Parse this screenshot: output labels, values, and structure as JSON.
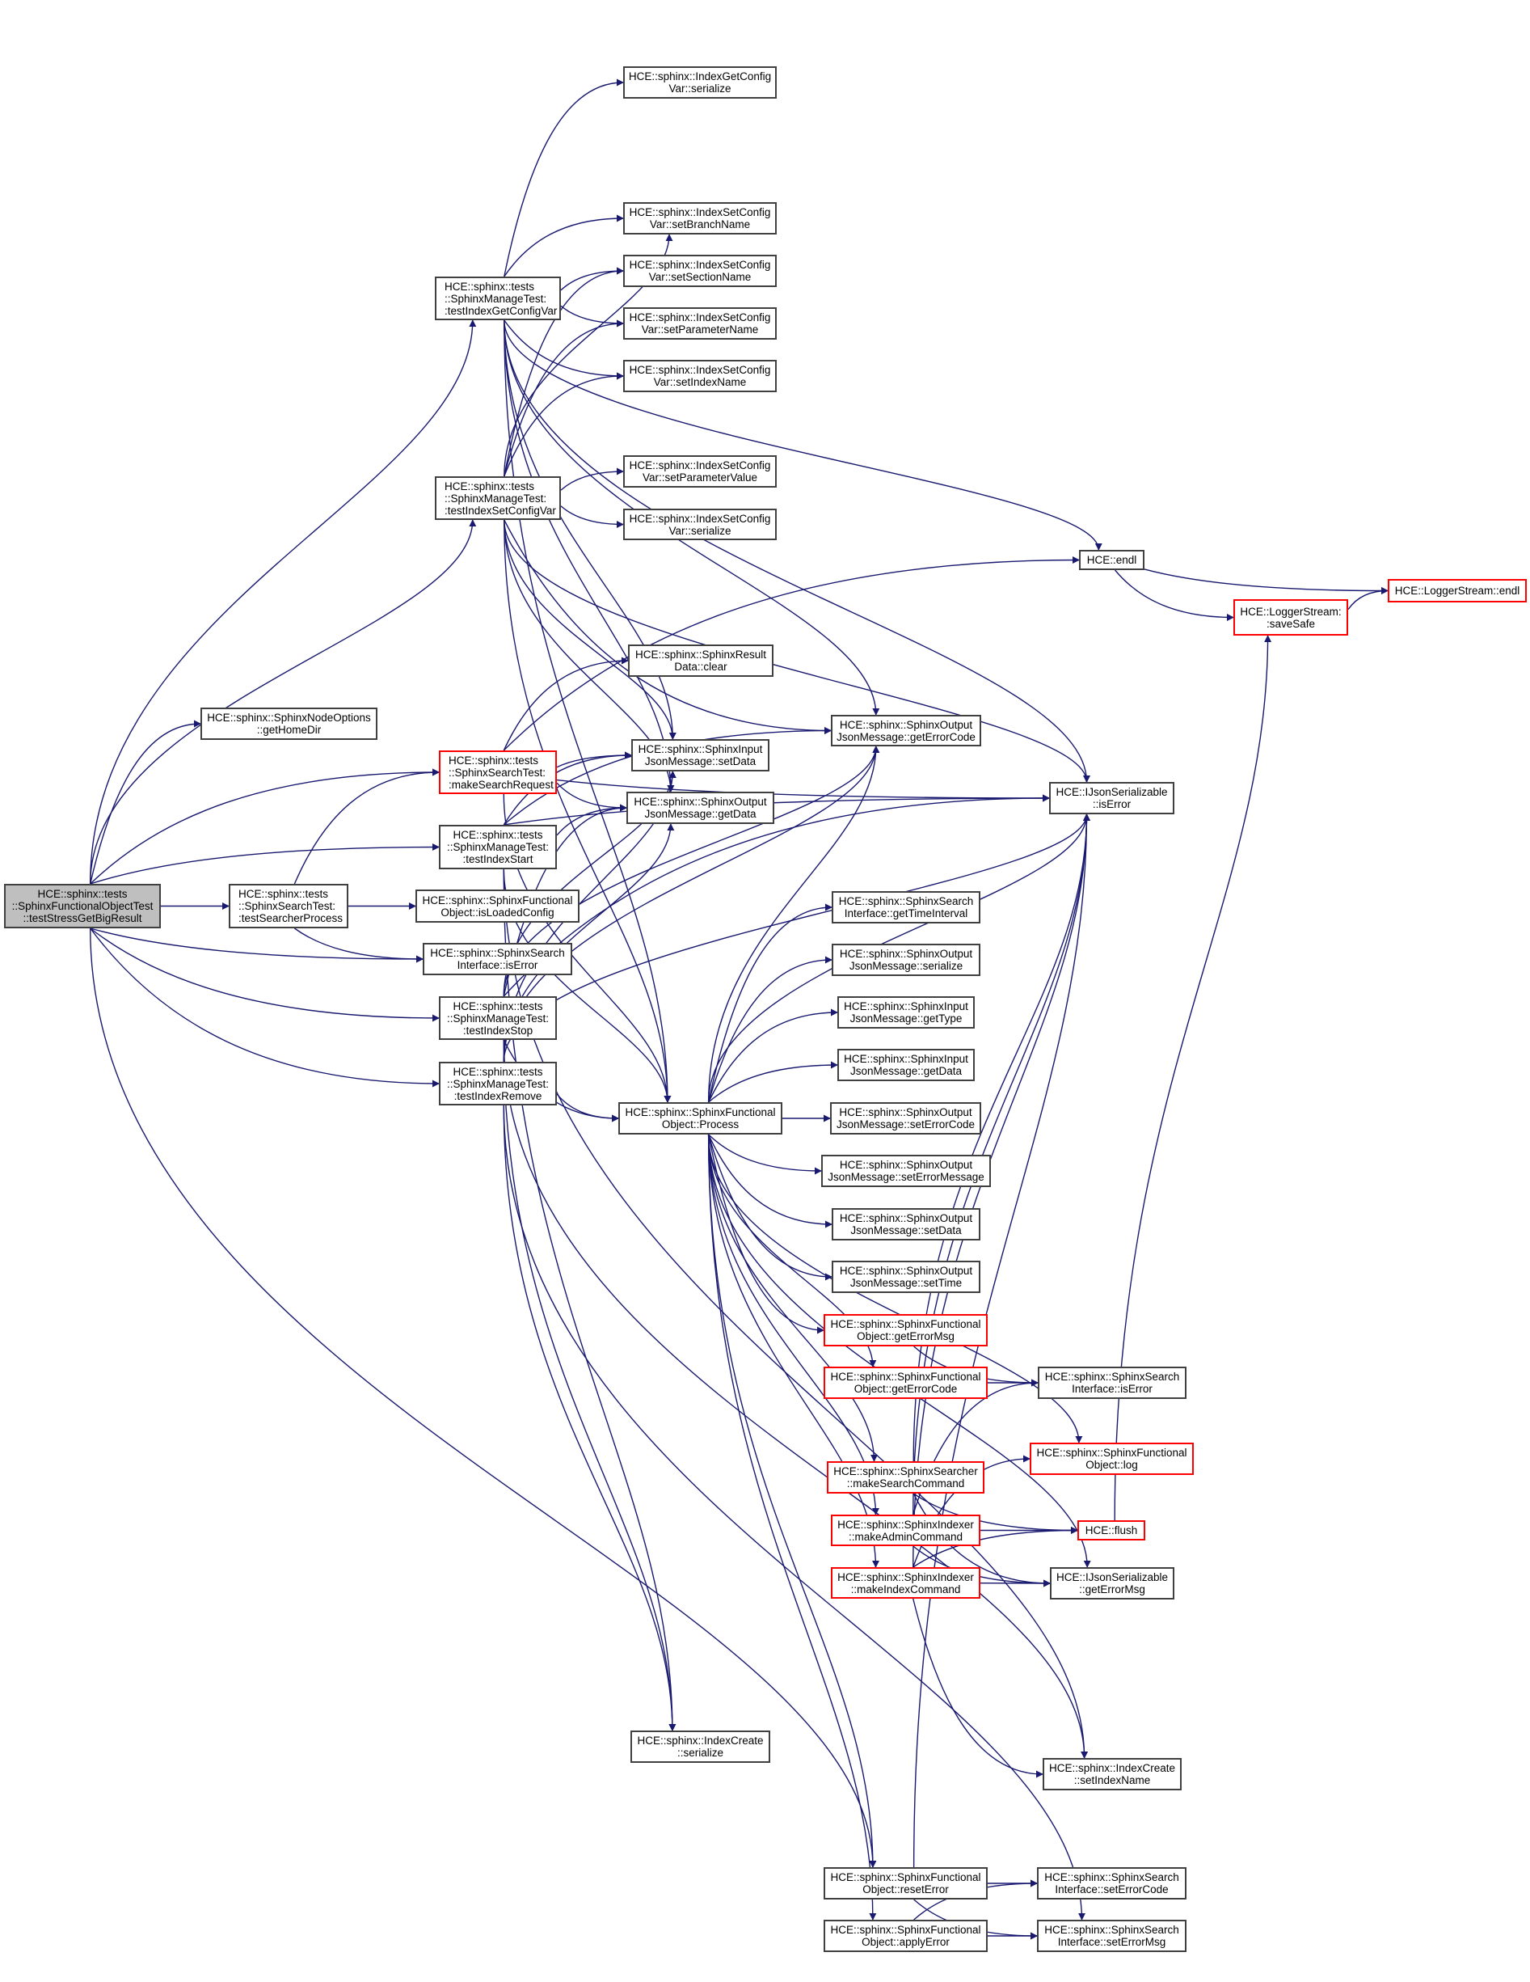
{
  "diagram": {
    "type": "call-graph",
    "edge_color": "#191970",
    "colors": {
      "root_fill": "#bfbfbf",
      "node_border": "#404040",
      "truncated_border": "#ff0000"
    },
    "nodes": [
      {
        "id": "root",
        "lines": [
          "HCE::sphinx::tests",
          "::SphinxFunctionalObjectTest",
          "::testStressGetBigResult"
        ],
        "style": "root"
      },
      {
        "id": "getHomeDir",
        "lines": [
          "HCE::sphinx::SphinxNodeOptions",
          "::getHomeDir"
        ],
        "style": "normal"
      },
      {
        "id": "testSearcherProcess",
        "lines": [
          "HCE::sphinx::tests",
          "::SphinxSearchTest:",
          ":testSearcherProcess"
        ],
        "style": "normal"
      },
      {
        "id": "testIndexGetConfigVar",
        "lines": [
          "HCE::sphinx::tests",
          "::SphinxManageTest:",
          ":testIndexGetConfigVar"
        ],
        "style": "normal"
      },
      {
        "id": "testIndexSetConfigVar",
        "lines": [
          "HCE::sphinx::tests",
          "::SphinxManageTest:",
          ":testIndexSetConfigVar"
        ],
        "style": "normal"
      },
      {
        "id": "makeSearchRequest",
        "lines": [
          "HCE::sphinx::tests",
          "::SphinxSearchTest:",
          ":makeSearchRequest"
        ],
        "style": "red"
      },
      {
        "id": "testIndexStart",
        "lines": [
          "HCE::sphinx::tests",
          "::SphinxManageTest:",
          ":testIndexStart"
        ],
        "style": "normal"
      },
      {
        "id": "isLoadedConfig",
        "lines": [
          "HCE::sphinx::SphinxFunctional",
          "Object::isLoadedConfig"
        ],
        "style": "normal"
      },
      {
        "id": "ssiIsErrorLeft",
        "lines": [
          "HCE::sphinx::SphinxSearch",
          "Interface::isError"
        ],
        "style": "normal"
      },
      {
        "id": "testIndexStop",
        "lines": [
          "HCE::sphinx::tests",
          "::SphinxManageTest:",
          ":testIndexStop"
        ],
        "style": "normal"
      },
      {
        "id": "testIndexRemove",
        "lines": [
          "HCE::sphinx::tests",
          "::SphinxManageTest:",
          ":testIndexRemove"
        ],
        "style": "normal"
      },
      {
        "id": "igcvSerialize",
        "lines": [
          "HCE::sphinx::IndexGetConfig",
          "Var::serialize"
        ],
        "style": "normal"
      },
      {
        "id": "setBranchName",
        "lines": [
          "HCE::sphinx::IndexSetConfig",
          "Var::setBranchName"
        ],
        "style": "normal"
      },
      {
        "id": "setSectionName",
        "lines": [
          "HCE::sphinx::IndexSetConfig",
          "Var::setSectionName"
        ],
        "style": "normal"
      },
      {
        "id": "setParameterName",
        "lines": [
          "HCE::sphinx::IndexSetConfig",
          "Var::setParameterName"
        ],
        "style": "normal"
      },
      {
        "id": "iscvSetIndexName",
        "lines": [
          "HCE::sphinx::IndexSetConfig",
          "Var::setIndexName"
        ],
        "style": "normal"
      },
      {
        "id": "setParameterValue",
        "lines": [
          "HCE::sphinx::IndexSetConfig",
          "Var::setParameterValue"
        ],
        "style": "normal"
      },
      {
        "id": "iscvSerialize",
        "lines": [
          "HCE::sphinx::IndexSetConfig",
          "Var::serialize"
        ],
        "style": "normal"
      },
      {
        "id": "resultClear",
        "lines": [
          "HCE::sphinx::SphinxResult",
          "Data::clear"
        ],
        "style": "normal"
      },
      {
        "id": "inSetData",
        "lines": [
          "HCE::sphinx::SphinxInput",
          "JsonMessage::setData"
        ],
        "style": "normal"
      },
      {
        "id": "outGetData",
        "lines": [
          "HCE::sphinx::SphinxOutput",
          "JsonMessage::getData"
        ],
        "style": "normal"
      },
      {
        "id": "process",
        "lines": [
          "HCE::sphinx::SphinxFunctional",
          "Object::Process"
        ],
        "style": "normal"
      },
      {
        "id": "icSerialize",
        "lines": [
          "HCE::sphinx::IndexCreate",
          "::serialize"
        ],
        "style": "normal"
      },
      {
        "id": "outGetErrorCode",
        "lines": [
          "HCE::sphinx::SphinxOutput",
          "JsonMessage::getErrorCode"
        ],
        "style": "normal"
      },
      {
        "id": "getTimeInterval",
        "lines": [
          "HCE::sphinx::SphinxSearch",
          "Interface::getTimeInterval"
        ],
        "style": "normal"
      },
      {
        "id": "outSerialize",
        "lines": [
          "HCE::sphinx::SphinxOutput",
          "JsonMessage::serialize"
        ],
        "style": "normal"
      },
      {
        "id": "inGetType",
        "lines": [
          "HCE::sphinx::SphinxInput",
          "JsonMessage::getType"
        ],
        "style": "normal"
      },
      {
        "id": "inGetData",
        "lines": [
          "HCE::sphinx::SphinxInput",
          "JsonMessage::getData"
        ],
        "style": "normal"
      },
      {
        "id": "outSetErrorCode",
        "lines": [
          "HCE::sphinx::SphinxOutput",
          "JsonMessage::setErrorCode"
        ],
        "style": "normal"
      },
      {
        "id": "outSetErrorMessage",
        "lines": [
          "HCE::sphinx::SphinxOutput",
          "JsonMessage::setErrorMessage"
        ],
        "style": "normal"
      },
      {
        "id": "outSetData",
        "lines": [
          "HCE::sphinx::SphinxOutput",
          "JsonMessage::setData"
        ],
        "style": "normal"
      },
      {
        "id": "outSetTime",
        "lines": [
          "HCE::sphinx::SphinxOutput",
          "JsonMessage::setTime"
        ],
        "style": "normal"
      },
      {
        "id": "foGetErrorMsg",
        "lines": [
          "HCE::sphinx::SphinxFunctional",
          "Object::getErrorMsg"
        ],
        "style": "red"
      },
      {
        "id": "foGetErrorCode",
        "lines": [
          "HCE::sphinx::SphinxFunctional",
          "Object::getErrorCode"
        ],
        "style": "red"
      },
      {
        "id": "makeSearchCommand",
        "lines": [
          "HCE::sphinx::SphinxSearcher",
          "::makeSearchCommand"
        ],
        "style": "red"
      },
      {
        "id": "makeAdminCommand",
        "lines": [
          "HCE::sphinx::SphinxIndexer",
          "::makeAdminCommand"
        ],
        "style": "red"
      },
      {
        "id": "makeIndexCommand",
        "lines": [
          "HCE::sphinx::SphinxIndexer",
          "::makeIndexCommand"
        ],
        "style": "red"
      },
      {
        "id": "resetError",
        "lines": [
          "HCE::sphinx::SphinxFunctional",
          "Object::resetError"
        ],
        "style": "normal"
      },
      {
        "id": "applyError",
        "lines": [
          "HCE::sphinx::SphinxFunctional",
          "Object::applyError"
        ],
        "style": "normal"
      },
      {
        "id": "endl",
        "lines": [
          "HCE::endl"
        ],
        "style": "normal"
      },
      {
        "id": "ijsIsError",
        "lines": [
          "HCE::IJsonSerializable",
          "::isError"
        ],
        "style": "normal"
      },
      {
        "id": "ssiIsErrorRight",
        "lines": [
          "HCE::sphinx::SphinxSearch",
          "Interface::isError"
        ],
        "style": "normal"
      },
      {
        "id": "foLog",
        "lines": [
          "HCE::sphinx::SphinxFunctional",
          "Object::log"
        ],
        "style": "red"
      },
      {
        "id": "flush",
        "lines": [
          "HCE::flush"
        ],
        "style": "red"
      },
      {
        "id": "ijsGetErrorMsg",
        "lines": [
          "HCE::IJsonSerializable",
          "::getErrorMsg"
        ],
        "style": "normal"
      },
      {
        "id": "icSetIndexName",
        "lines": [
          "HCE::sphinx::IndexCreate",
          "::setIndexName"
        ],
        "style": "normal"
      },
      {
        "id": "ssiSetErrorCode",
        "lines": [
          "HCE::sphinx::SphinxSearch",
          "Interface::setErrorCode"
        ],
        "style": "normal"
      },
      {
        "id": "ssiSetErrorMsg",
        "lines": [
          "HCE::sphinx::SphinxSearch",
          "Interface::setErrorMsg"
        ],
        "style": "normal"
      },
      {
        "id": "saveSafe",
        "lines": [
          "HCE::LoggerStream:",
          ":saveSafe"
        ],
        "style": "red"
      },
      {
        "id": "lsEndl",
        "lines": [
          "HCE::LoggerStream::endl"
        ],
        "style": "red"
      }
    ],
    "edges": [
      [
        "root",
        "getHomeDir"
      ],
      [
        "root",
        "testIndexGetConfigVar"
      ],
      [
        "root",
        "testIndexSetConfigVar"
      ],
      [
        "root",
        "makeSearchRequest"
      ],
      [
        "root",
        "testIndexStart"
      ],
      [
        "root",
        "testSearcherProcess"
      ],
      [
        "root",
        "ssiIsErrorLeft"
      ],
      [
        "root",
        "testIndexStop"
      ],
      [
        "root",
        "testIndexRemove"
      ],
      [
        "root",
        "resetError"
      ],
      [
        "testSearcherProcess",
        "makeSearchRequest"
      ],
      [
        "testSearcherProcess",
        "isLoadedConfig"
      ],
      [
        "testSearcherProcess",
        "ssiIsErrorLeft"
      ],
      [
        "testIndexGetConfigVar",
        "igcvSerialize"
      ],
      [
        "testIndexGetConfigVar",
        "endl"
      ],
      [
        "testIndexGetConfigVar",
        "ijsIsError"
      ],
      [
        "testIndexGetConfigVar",
        "outGetErrorCode"
      ],
      [
        "testIndexGetConfigVar",
        "setBranchName"
      ],
      [
        "testIndexGetConfigVar",
        "setSectionName"
      ],
      [
        "testIndexGetConfigVar",
        "setParameterName"
      ],
      [
        "testIndexGetConfigVar",
        "iscvSetIndexName"
      ],
      [
        "testIndexGetConfigVar",
        "inSetData"
      ],
      [
        "testIndexGetConfigVar",
        "outGetData"
      ],
      [
        "testIndexGetConfigVar",
        "process"
      ],
      [
        "testIndexSetConfigVar",
        "setBranchName"
      ],
      [
        "testIndexSetConfigVar",
        "setSectionName"
      ],
      [
        "testIndexSetConfigVar",
        "setParameterName"
      ],
      [
        "testIndexSetConfigVar",
        "iscvSetIndexName"
      ],
      [
        "testIndexSetConfigVar",
        "setParameterValue"
      ],
      [
        "testIndexSetConfigVar",
        "iscvSerialize"
      ],
      [
        "testIndexSetConfigVar",
        "ijsIsError"
      ],
      [
        "testIndexSetConfigVar",
        "outGetErrorCode"
      ],
      [
        "testIndexSetConfigVar",
        "inSetData"
      ],
      [
        "testIndexSetConfigVar",
        "outGetData"
      ],
      [
        "testIndexSetConfigVar",
        "process"
      ],
      [
        "makeSearchRequest",
        "endl"
      ],
      [
        "makeSearchRequest",
        "resultClear"
      ],
      [
        "makeSearchRequest",
        "inSetData"
      ],
      [
        "makeSearchRequest",
        "outGetData"
      ],
      [
        "makeSearchRequest",
        "ijsIsError"
      ],
      [
        "makeSearchRequest",
        "process"
      ],
      [
        "testIndexStart",
        "inSetData"
      ],
      [
        "testIndexStart",
        "outGetData"
      ],
      [
        "testIndexStart",
        "outGetErrorCode"
      ],
      [
        "testIndexStart",
        "ijsIsError"
      ],
      [
        "testIndexStart",
        "process"
      ],
      [
        "testIndexStart",
        "icSerialize"
      ],
      [
        "testIndexStart",
        "icSetIndexName"
      ],
      [
        "testIndexStop",
        "inSetData"
      ],
      [
        "testIndexStop",
        "outGetData"
      ],
      [
        "testIndexStop",
        "outGetErrorCode"
      ],
      [
        "testIndexStop",
        "ijsIsError"
      ],
      [
        "testIndexStop",
        "process"
      ],
      [
        "testIndexStop",
        "icSerialize"
      ],
      [
        "testIndexStop",
        "icSetIndexName"
      ],
      [
        "testIndexRemove",
        "inSetData"
      ],
      [
        "testIndexRemove",
        "outGetData"
      ],
      [
        "testIndexRemove",
        "outGetErrorCode"
      ],
      [
        "testIndexRemove",
        "ijsIsError"
      ],
      [
        "testIndexRemove",
        "process"
      ],
      [
        "testIndexRemove",
        "icSerialize"
      ],
      [
        "testIndexRemove",
        "ssiSetErrorMsg"
      ],
      [
        "process",
        "outGetErrorCode"
      ],
      [
        "process",
        "getTimeInterval"
      ],
      [
        "process",
        "outSerialize"
      ],
      [
        "process",
        "inGetType"
      ],
      [
        "process",
        "inGetData"
      ],
      [
        "process",
        "outSetErrorCode"
      ],
      [
        "process",
        "outSetErrorMessage"
      ],
      [
        "process",
        "outSetData"
      ],
      [
        "process",
        "outSetTime"
      ],
      [
        "process",
        "foGetErrorMsg"
      ],
      [
        "process",
        "foGetErrorCode"
      ],
      [
        "process",
        "foLog"
      ],
      [
        "process",
        "makeSearchCommand"
      ],
      [
        "process",
        "makeAdminCommand"
      ],
      [
        "process",
        "makeIndexCommand"
      ],
      [
        "process",
        "ijsGetErrorMsg"
      ],
      [
        "process",
        "ijsIsError"
      ],
      [
        "process",
        "resetError"
      ],
      [
        "process",
        "applyError"
      ],
      [
        "foGetErrorMsg",
        "ssiIsErrorRight"
      ],
      [
        "foGetErrorCode",
        "ssiIsErrorRight"
      ],
      [
        "makeSearchCommand",
        "ijsIsError"
      ],
      [
        "makeSearchCommand",
        "flush"
      ],
      [
        "makeSearchCommand",
        "ijsGetErrorMsg"
      ],
      [
        "makeAdminCommand",
        "ssiIsErrorRight"
      ],
      [
        "makeAdminCommand",
        "flush"
      ],
      [
        "makeAdminCommand",
        "ijsGetErrorMsg"
      ],
      [
        "makeAdminCommand",
        "ijsIsError"
      ],
      [
        "makeIndexCommand",
        "foLog"
      ],
      [
        "makeIndexCommand",
        "flush"
      ],
      [
        "makeIndexCommand",
        "ijsGetErrorMsg"
      ],
      [
        "makeIndexCommand",
        "ijsIsError"
      ],
      [
        "makeIndexCommand",
        "icSetIndexName"
      ],
      [
        "resetError",
        "ssiSetErrorCode"
      ],
      [
        "resetError",
        "ssiSetErrorMsg"
      ],
      [
        "resetError",
        "ijsIsError"
      ],
      [
        "applyError",
        "ssiSetErrorCode"
      ],
      [
        "applyError",
        "ssiSetErrorMsg"
      ],
      [
        "endl",
        "saveSafe"
      ],
      [
        "endl",
        "lsEndl"
      ],
      [
        "saveSafe",
        "lsEndl"
      ],
      [
        "flush",
        "saveSafe"
      ]
    ]
  }
}
